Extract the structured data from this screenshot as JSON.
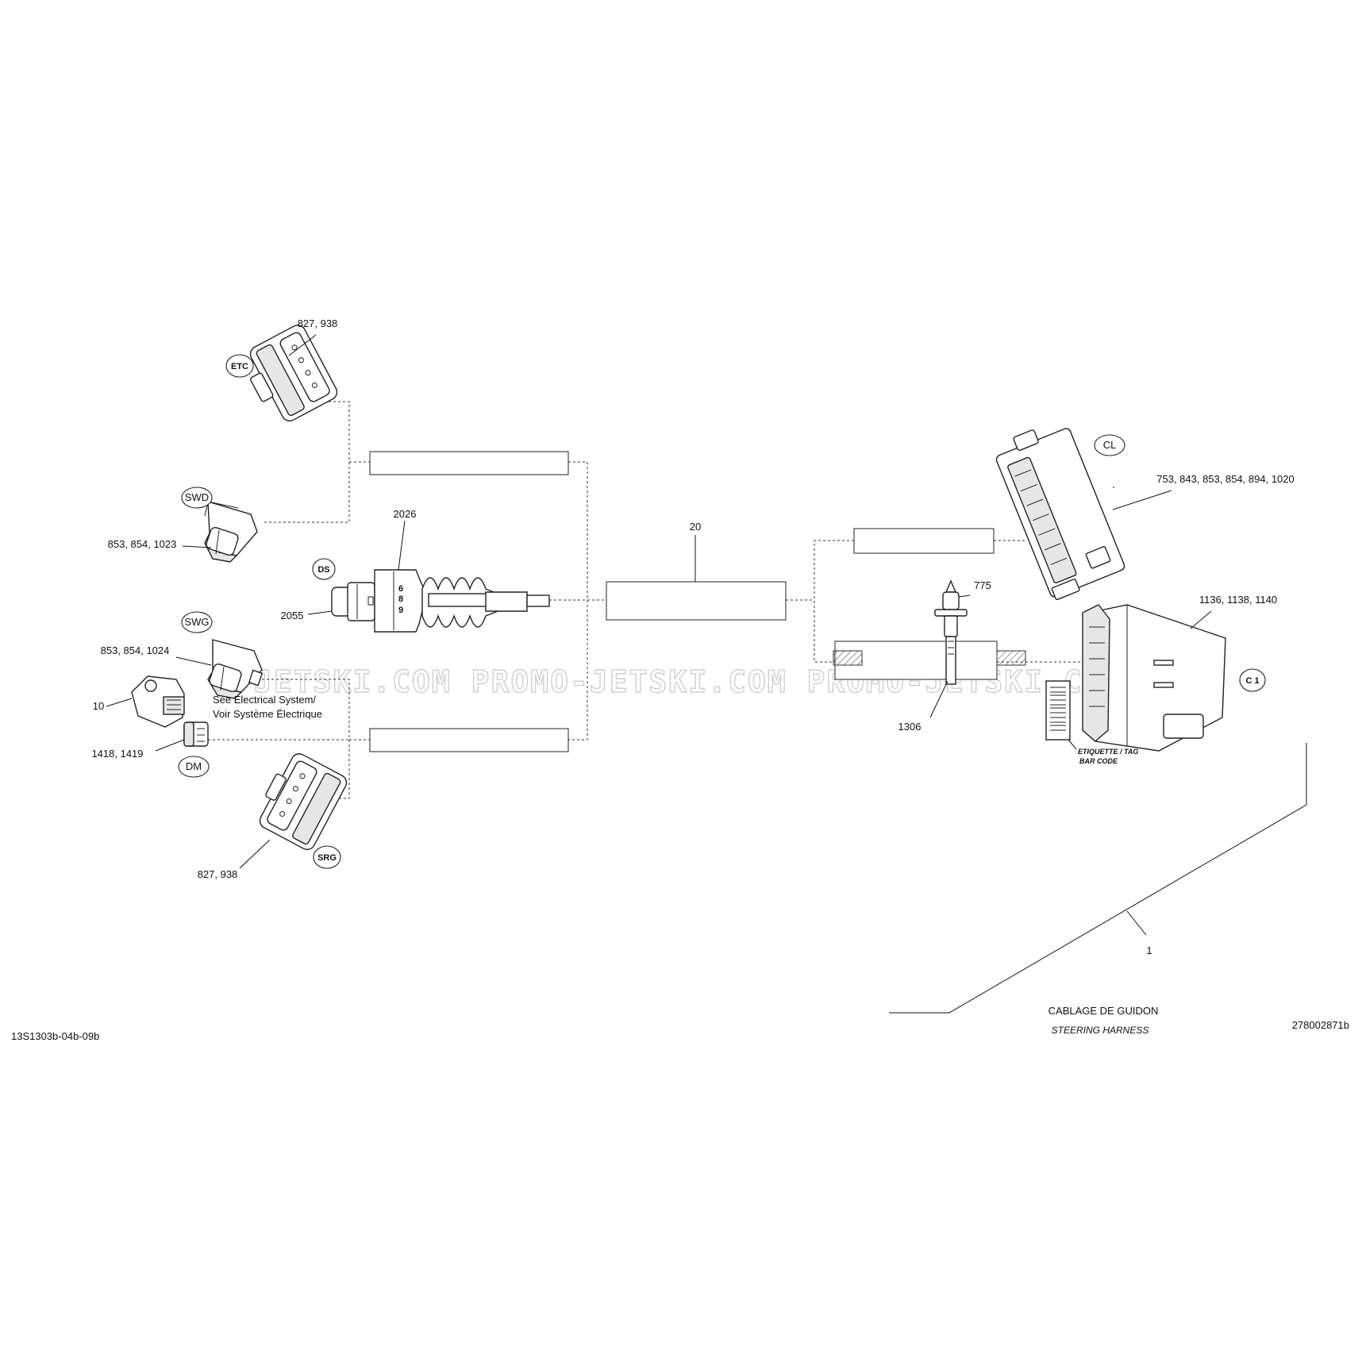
{
  "title": "CABLAGE DE GUIDON",
  "subtitle": "STEERING HARNESS",
  "code_left": "13S1303b-04b-09b",
  "code_right": "278002871b",
  "watermark": "JETSKI.COM   PROMO-JETSKI.COM   PROMO-JETSKI.COM",
  "note": {
    "line1": "See Electrical System/",
    "line2": "Voir Système Électrique"
  },
  "tag": {
    "line1": "ETIQUETTE / TAG",
    "line2": "BAR CODE"
  },
  "bubbles": {
    "etc": "ETC",
    "swd": "SWD",
    "ds": "DS",
    "swg": "SWG",
    "dm": "DM",
    "srg": "SRG",
    "cl": "CL",
    "c1": "C 1"
  },
  "callouts": {
    "etc_parts": "827, 938",
    "swd_parts": "853, 854, 1023",
    "ds_boot": "2026",
    "ds_plug": "2055",
    "swg_parts": "853, 854, 1024",
    "item_10": "10",
    "dm_parts": "1418, 1419",
    "srg_parts": "827, 938",
    "harness_center": "20",
    "cl_parts": "753, 843, 853, 854, 894, 1020",
    "clip": "775",
    "clip_base": "1306",
    "c1_parts": "1136, 1138, 1140",
    "harness": "1"
  },
  "ds_digits": {
    "d1": "6",
    "d2": "8",
    "d3": "9"
  }
}
